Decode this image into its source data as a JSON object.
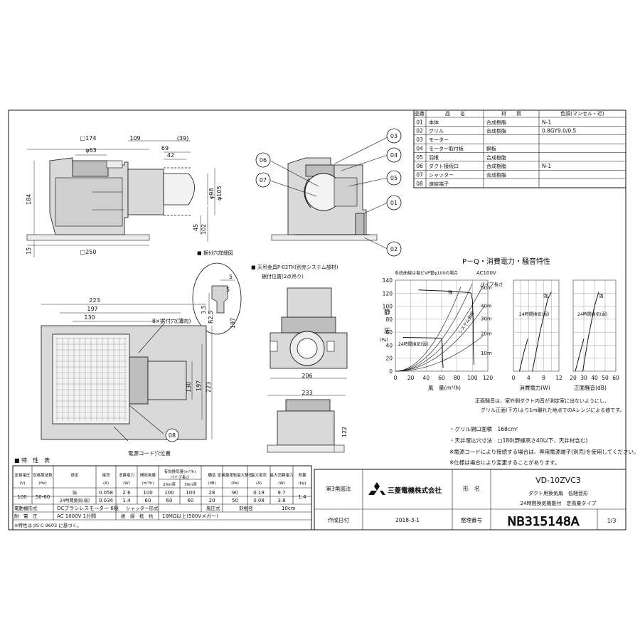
{
  "parts_table": {
    "headers": [
      "品番",
      "品　　名",
      "材　　質",
      "色調(マンセル・近)"
    ],
    "rows": [
      [
        "01",
        "本体",
        "合成樹脂",
        "N-1"
      ],
      [
        "02",
        "グリル",
        "合成樹脂",
        "0.8GY9.0/0.5"
      ],
      [
        "03",
        "モーター",
        "",
        ""
      ],
      [
        "04",
        "モーター取付板",
        "鋼板",
        ""
      ],
      [
        "05",
        "羽根",
        "合成樹脂",
        ""
      ],
      [
        "06",
        "ダクト接続口",
        "合成樹脂",
        "N-1"
      ],
      [
        "07",
        "シャッター",
        "合成樹脂",
        ""
      ],
      [
        "08",
        "速結端子",
        "",
        ""
      ]
    ]
  },
  "front_view": {
    "dims": [
      "□174",
      "109",
      "(39)",
      "φ63",
      "69",
      "42",
      "φ98",
      "φ105",
      "184",
      "45",
      "102",
      "15",
      "□250"
    ]
  },
  "section_callouts": [
    "03",
    "04",
    "06",
    "07",
    "05",
    "01",
    "02"
  ],
  "detail": {
    "title": "■ 据付穴詳細図",
    "dims": [
      "5",
      "3.5",
      "R2.5",
      "197",
      "5"
    ]
  },
  "hanger": {
    "title": "■ 天吊金具P-02TK(別売システム部材)",
    "subtitle": "据付位置(2点吊り)",
    "dims": [
      "206",
      "233",
      "122"
    ]
  },
  "bottom_view": {
    "dims": [
      "223",
      "197",
      "130",
      "130",
      "197",
      "223"
    ],
    "hole_label": "8×据付穴(薄肉)",
    "callout": "08",
    "cord_label": "電源コード穴位置"
  },
  "pq_chart": {
    "title": "P－Q・消費電力・騒音特性",
    "note_top": "系統曲線は塩ビVP管φ100の場合",
    "voltage": "AC100V",
    "y_axis_label": [
      "静",
      "圧",
      "(Pa)"
    ],
    "y_ticks": [
      "0",
      "20",
      "40",
      "60",
      "80",
      "100",
      "120",
      "140"
    ],
    "x_ticks": [
      "0",
      "20",
      "40",
      "60",
      "80",
      "100",
      "120"
    ],
    "x_label": "風　量(m³/h)",
    "pipe_label": "パイプ長さ",
    "pipe_lengths": [
      "50m",
      "40m",
      "30m",
      "20m",
      "10m"
    ],
    "curve_strong": "強",
    "curve_24h": "24時間換気(弱)",
    "curve_system": "システム曲線",
    "power_ticks": [
      "0",
      "4",
      "8",
      "12"
    ],
    "power_label": "消費電力(W)",
    "noise_ticks": [
      "20",
      "30",
      "40",
      "50",
      "60"
    ],
    "noise_label": "正面騒音(dB)",
    "label_strong_power": "強",
    "label_24h_power": "24時間換気(弱)",
    "label_strong_noise": "強",
    "label_24h_noise": "24時間換気(弱)",
    "notes": [
      "正面騒音は、室外側ダクト内音が測定室に出ないようにし、",
      "グリル正面(下方)より1m離れた地点でのAレンジによる値です。"
    ]
  },
  "spec_notes": [
    "・グリル開口面積　168cm²",
    "・天井埋込穴寸法　□180(野縁高さ40以下、天井材含む)",
    "※電源コードにより接続する場合は、専用電源端子(別売)を使用してください。",
    "※仕様は場合により変更することがあります。"
  ],
  "spec_table": {
    "title": "■ 特　性　表",
    "headers": [
      "定格電圧",
      "定格周波数",
      "設定",
      "電流",
      "消費電力",
      "開放風量",
      "有効換気量(m³/h)",
      "騒音",
      "定風量運転最大静圧",
      "最大電流",
      "最大消費電力",
      "質量"
    ],
    "units": [
      "(V)",
      "(Hz)",
      "",
      "(A)",
      "(W)",
      "(m³/h)",
      "パイプ長さ",
      "(dB)",
      "(Pa)",
      "(A)",
      "(W)",
      "(kg)"
    ],
    "pipe_sub": [
      "20m時",
      "30m時"
    ],
    "voltage": "100",
    "freq": "50-60",
    "rows": [
      [
        "強",
        "0.058",
        "2.6",
        "100",
        "100",
        "100",
        "28",
        "90",
        "0.19",
        "9.7"
      ],
      [
        "24時間換気(弱)",
        "0.034",
        "1.4",
        "60",
        "60",
        "60",
        "20",
        "50",
        "0.08",
        "3.8"
      ]
    ],
    "mass": "1.4",
    "motor_label": "電動機形式",
    "motor_value": "DCブラシレスモーター 6極",
    "shutter_label": "シャッター形式",
    "shutter_value": "風圧式",
    "blade_label": "羽根径",
    "blade_value": "10cm",
    "withstand_label": "耐　電　圧",
    "withstand_value": "AC 1000V 1分間",
    "insulation_label": "絶　縁　抵　抗",
    "insulation_value": "10MΩ以上(500Vメガー)",
    "footnote": "※特性は JIS C 9603 に基づく。"
  },
  "title_block": {
    "projection": "第3角図法",
    "company": "三菱電機株式会社",
    "form_label": "形　名",
    "model": "VD-10ZVC3",
    "desc1": "ダクト用換気扇　低騒音形",
    "desc2": "24時間換気機能付　定風量タイプ",
    "date_label": "作成日付",
    "date": "2018-3-1",
    "number_label": "整理番号",
    "number": "NB315148A",
    "page": "1/3"
  }
}
